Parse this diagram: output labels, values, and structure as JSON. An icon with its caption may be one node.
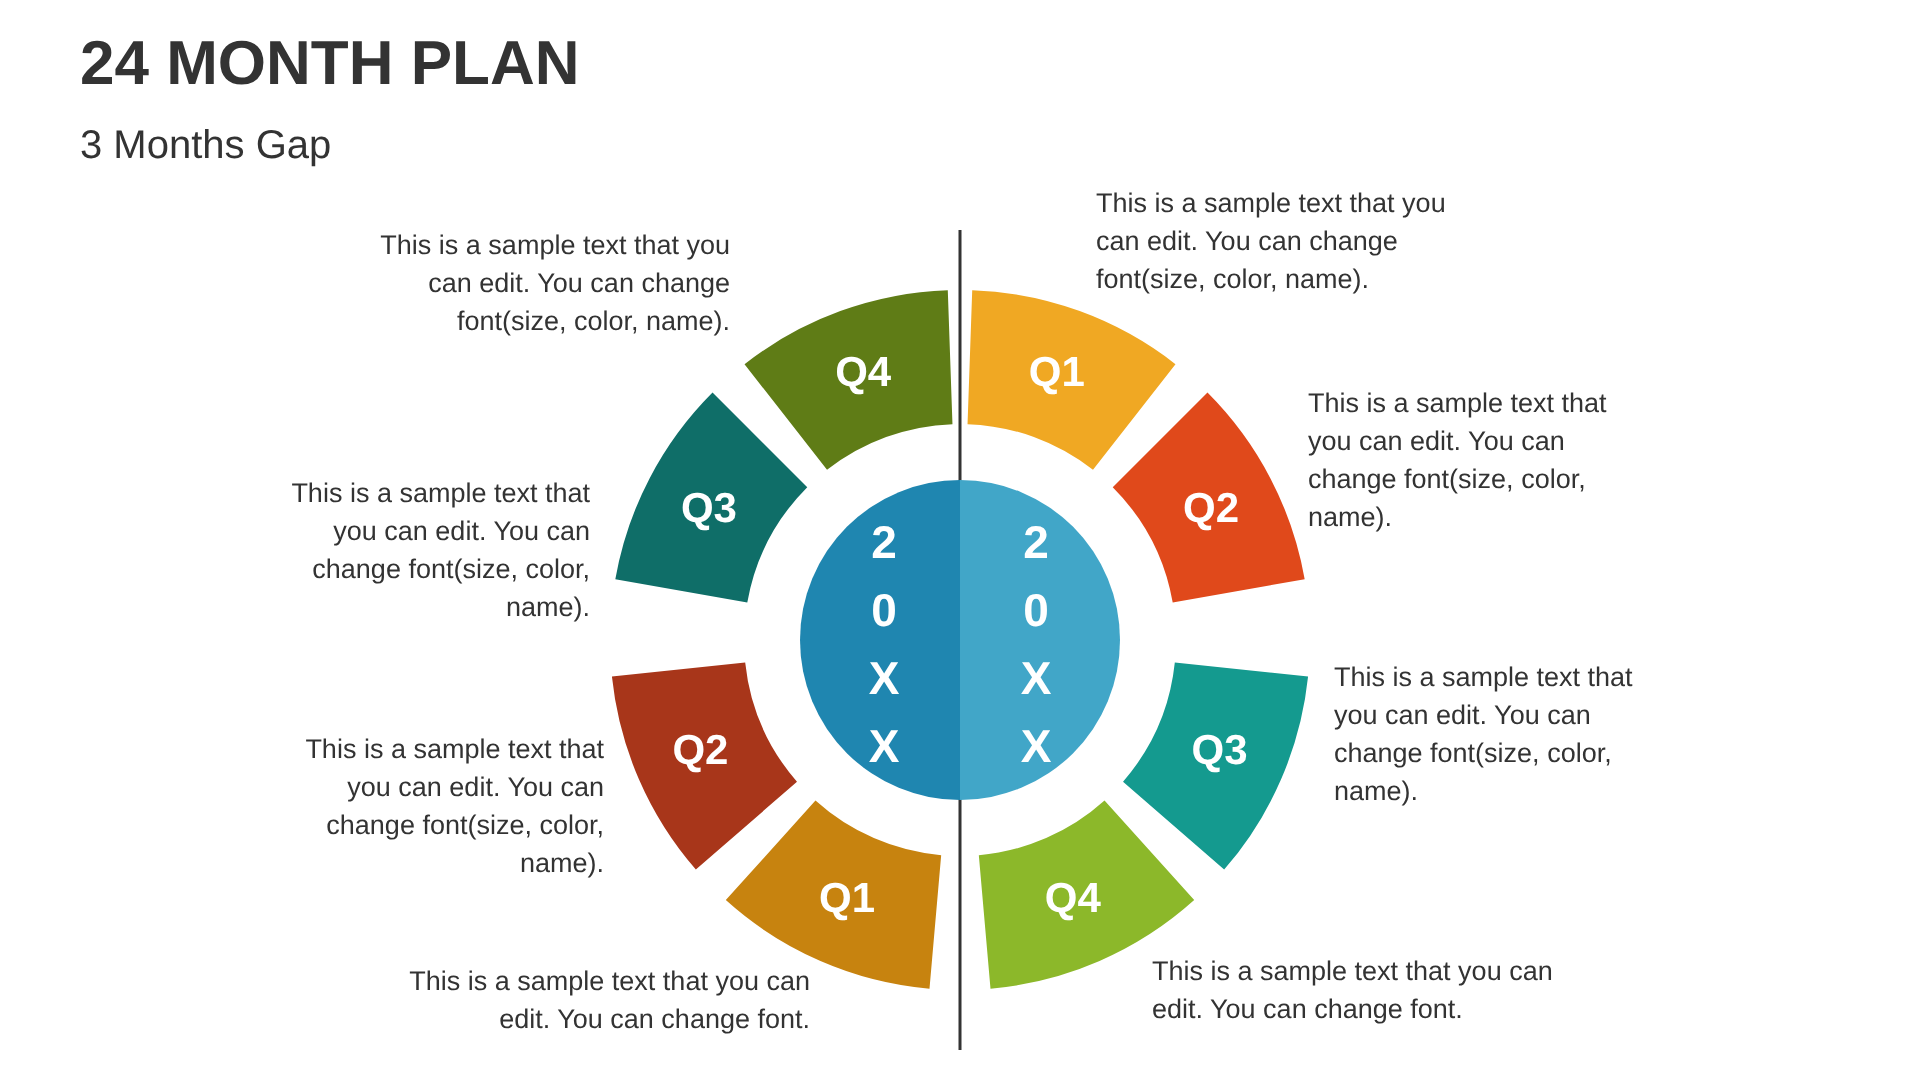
{
  "diagram": {
    "title": "24 MONTH PLAN",
    "nodes": [
      {
        "text": [
          "2 0 X X"
        ]
      },
      {
        "text": [
          "2 0 X X"
        ]
      },
      {
        "text": [
          "Q1"
        ],
        "beside": [
          "This is a sample text that you can edit. You can change font(size, color, name)."
        ]
      },
      {
        "text": [
          "Q2"
        ],
        "beside": [
          "This is a sample text that you can edit. You can change font(size, color, name)."
        ]
      },
      {
        "text": [
          "Q3"
        ],
        "beside": [
          "This is a sample text that you can edit. You can change font(size, color, name)."
        ]
      },
      {
        "text": [
          "Q4"
        ],
        "beside": [
          "This is a sample text that you can edit. You can change font."
        ]
      },
      {
        "text": [
          "Q4"
        ],
        "beside": [
          "This is a sample text that you can edit. You can change font(size, color, name)."
        ]
      },
      {
        "text": [
          "Q3"
        ],
        "beside": [
          "This is a sample text that you can edit. You can change font(size, color, name)."
        ]
      },
      {
        "text": [
          "Q2"
        ],
        "beside": [
          "This is a sample text that you can edit. You can change font(size, color, name)."
        ]
      },
      {
        "text": [
          "Q1"
        ],
        "beside": [
          "This is a sample text that you can edit. You can change font."
        ]
      }
    ],
    "labels": [
      "3 Months Gap"
    ]
  }
}
